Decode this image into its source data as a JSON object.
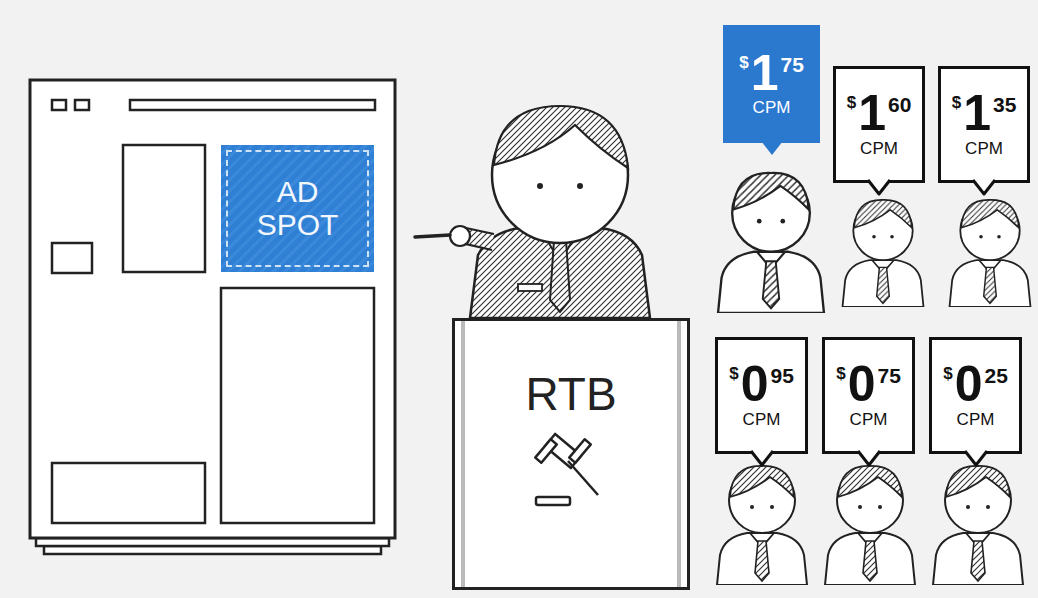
{
  "diagram": {
    "nodes": [
      {
        "text": [
          "AD SPOT"
        ]
      },
      {
        "text": [
          "RTB"
        ]
      },
      {
        "text": [
          "$",
          "1",
          "75",
          "CPM"
        ]
      },
      {
        "text": [
          "$",
          "1",
          "60",
          "CPM"
        ]
      },
      {
        "text": [
          "$",
          "1",
          "35",
          "CPM"
        ]
      },
      {
        "text": [
          "$",
          "0",
          "95",
          "CPM"
        ]
      },
      {
        "text": [
          "$",
          "0",
          "75",
          "CPM"
        ]
      },
      {
        "text": [
          "$",
          "0",
          "25",
          "CPM"
        ]
      }
    ]
  }
}
